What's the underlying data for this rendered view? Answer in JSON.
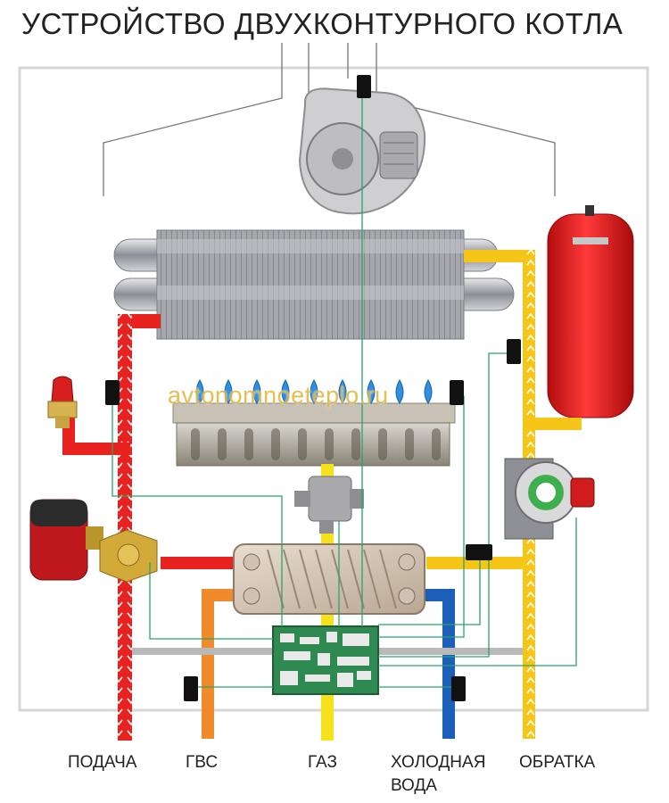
{
  "title": "УСТРОЙСТВО ДВУХКОНТУРНОГО КОТЛА",
  "watermark": "avtonomnoeteplo.ru",
  "labels": {
    "supply": "ПОДАЧА",
    "dhw": "ГВС",
    "gas": "ГАЗ",
    "cold_water_line1": "ХОЛОДНАЯ",
    "cold_water_line2": "ВОДА",
    "return": "ОБРАТКА"
  },
  "colors": {
    "supply": "#e8231f",
    "return": "#f5c518",
    "dhw": "#f08a2b",
    "cold_water": "#1b5fb8",
    "gas": "#f5e21a",
    "expansion_tank": "#e01616",
    "signal_wire": "#2aa36b",
    "sensor": "#111111",
    "frame": "#d6d6d6"
  }
}
